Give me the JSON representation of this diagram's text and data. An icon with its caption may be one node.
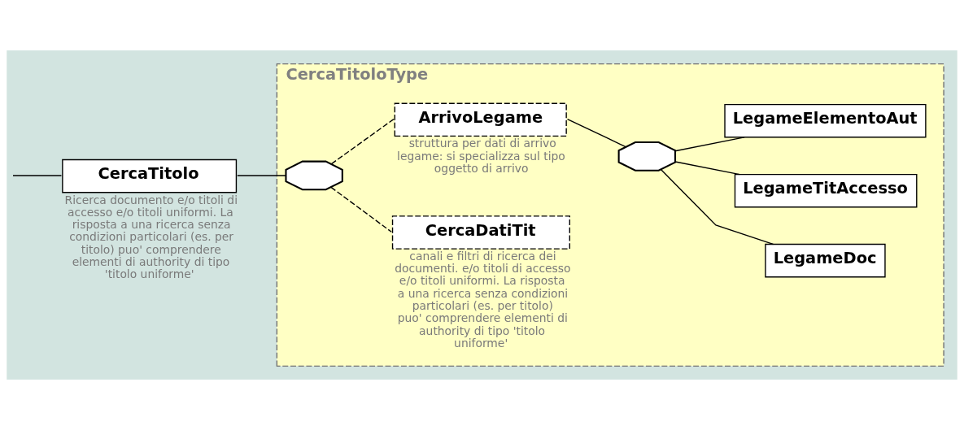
{
  "diagram": {
    "nodes": [
      {
        "text": [
          "CercaTitolo"
        ],
        "beside": [
          "Ricerca documento e/o titoli di accesso e/o titoli uniformi. La risposta a una ricerca senza condizioni particolari (es. per titolo) puo' comprendere elementi di authority di tipo 'titolo uniforme'"
        ]
      },
      {
        "text": [
          "CercaTitoloType"
        ]
      },
      {
        "text": [],
        "shape": "octagon",
        "in": 1
      },
      {
        "text": [
          "CercaDatiTit"
        ],
        "in": 1,
        "beside": [
          "canali e filtri di ricerca dei documenti. e/o titoli di accesso e/o titoli uniformi. La risposta a una ricerca senza condizioni particolari (es. per titolo) puo' comprendere elementi di authority di tipo 'titolo uniforme'"
        ]
      },
      {
        "text": [
          "ArrivoLegame"
        ],
        "in": 1,
        "beside": [
          "struttura per dati di arrivo legame: si specializza sul tipo oggetto di arrivo"
        ]
      },
      {
        "text": [],
        "shape": "octagon",
        "in": 1
      },
      {
        "text": [
          "LegameDoc"
        ],
        "in": 1
      },
      {
        "text": [
          "LegameTitAccesso"
        ],
        "in": 1
      },
      {
        "text": [
          "LegameElementoAut"
        ],
        "in": 1
      }
    ],
    "edges": [
      {
        "from": null,
        "to": 0,
        "arrow": "none"
      },
      {
        "from": 0,
        "to": 2,
        "arrow": "none"
      },
      {
        "from": 2,
        "to": 3,
        "arrow": "none",
        "style": "dashed"
      },
      {
        "from": 2,
        "to": 4,
        "arrow": "none",
        "style": "dashed"
      },
      {
        "from": 4,
        "to": 5,
        "arrow": "none"
      },
      {
        "from": 5,
        "to": 6,
        "arrow": "none"
      },
      {
        "from": 5,
        "to": 7,
        "arrow": "none"
      },
      {
        "from": 5,
        "to": 8,
        "arrow": "none"
      }
    ]
  }
}
